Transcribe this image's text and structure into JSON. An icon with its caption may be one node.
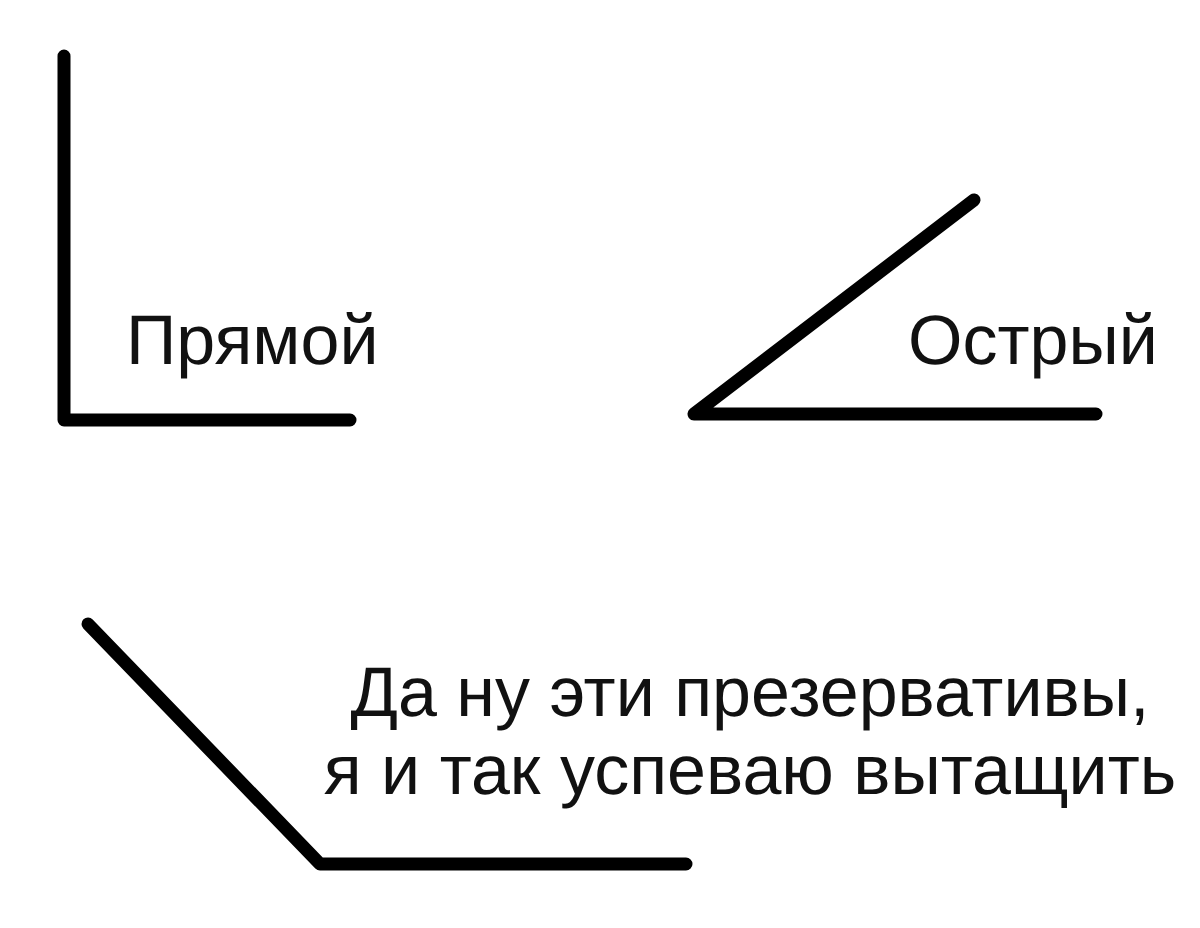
{
  "diagram": {
    "labels": [
      "Прямой",
      "Острый",
      "Да ну эти презервативы, я и так успеваю вытащить"
    ]
  }
}
